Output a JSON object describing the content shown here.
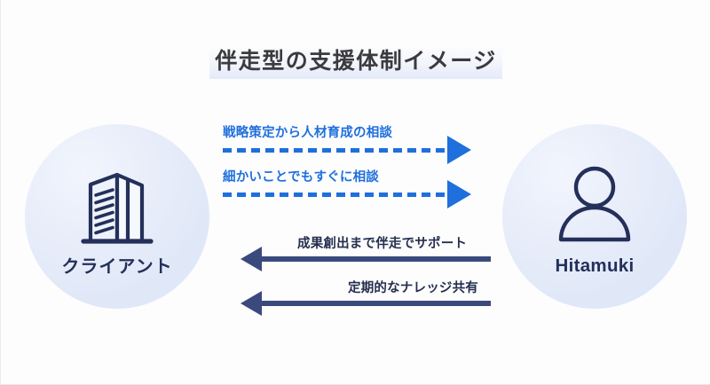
{
  "page": {
    "title": "伴走型の支援体制イメージ",
    "background_color": "#fdfdfe"
  },
  "nodes": {
    "left": {
      "label": "クライアント",
      "icon": "office-building-icon",
      "circle_color": "#e6ecf8",
      "label_color": "#24305a"
    },
    "right": {
      "label": "Hitamuki",
      "icon": "person-icon",
      "circle_color": "#e6ecf8",
      "label_color": "#24305a"
    }
  },
  "arrows": [
    {
      "label": "戦略策定から人材育成の相談",
      "direction": "right",
      "style": "dashed",
      "color": "#1f6fdc"
    },
    {
      "label": "細かいことでもすぐに相談",
      "direction": "right",
      "style": "dashed",
      "color": "#1f6fdc"
    },
    {
      "label": "成果創出まで伴走でサポート",
      "direction": "left",
      "style": "solid",
      "color": "#3b4a7d"
    },
    {
      "label": "定期的なナレッジ共有",
      "direction": "left",
      "style": "solid",
      "color": "#3b4a7d"
    }
  ]
}
